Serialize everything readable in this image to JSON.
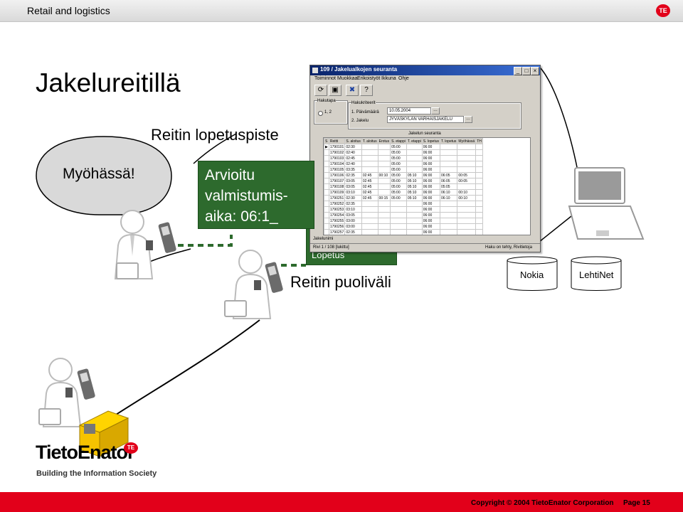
{
  "header": {
    "title": "Retail and logistics",
    "badge": "TE"
  },
  "slide": {
    "title": "Jakelureitillä",
    "bubble_text": "Myöhässä!",
    "end_point_label": "Reitin lopetuspiste",
    "estimate_lines": [
      "Arvioitu",
      "valmistumis-",
      "aika: 06:1_"
    ],
    "end_box_text": "Lopetus",
    "midpoint_label": "Reitin puoliväli",
    "laptop_labels": [
      "Nokia",
      "LehtiNet"
    ]
  },
  "app_window": {
    "title": "109 / Jakelualkojen seuranta",
    "controls": [
      "_",
      "□",
      "×"
    ],
    "menu": [
      "Toiminnot",
      "Muokkaa",
      "Erikoistyöt",
      "Ikkuna",
      "Ohje"
    ],
    "toolbar_icons": [
      "refresh-icon",
      "save-icon",
      "close-icon",
      "help-icon"
    ],
    "search_mode_label": "Hakutapa",
    "search_mode_value": "1, 2",
    "criteria_label": "Hakukriteerit",
    "criteria_1_label": "1. Päivämäärä",
    "criteria_1_value": "10.05.2004",
    "criteria_2_label": "2. Jakelu",
    "criteria_2_value": "JYVÄSKYLÄN VARHAISJAKELU",
    "grid_caption": "Jakelun seuranta",
    "columns": [
      "S",
      "Reitti",
      "S. aloitus",
      "T. aloitus",
      "Erotus",
      "S. etappi",
      "T. etappi",
      "S. lopetus",
      "T. lopetus",
      "Myöhässä",
      "TH"
    ],
    "rows": [
      [
        "▶",
        "1790101",
        "02:30",
        "",
        "",
        "05:00",
        "",
        "06:00",
        "",
        "",
        ""
      ],
      [
        "",
        "1790102",
        "02:40",
        "",
        "",
        "05:00",
        "",
        "06:00",
        "",
        "",
        ""
      ],
      [
        "",
        "1790103",
        "02:45",
        "",
        "",
        "05:00",
        "",
        "06:00",
        "",
        "",
        ""
      ],
      [
        "",
        "1790104",
        "02:40",
        "",
        "",
        "05:00",
        "",
        "06:00",
        "",
        "",
        ""
      ],
      [
        "",
        "1790105",
        "03:35",
        "",
        "",
        "05:00",
        "",
        "06:00",
        "",
        "",
        ""
      ],
      [
        "",
        "1790106",
        "02:35",
        "02:45",
        "00:10",
        "05:00",
        "05:10",
        "06:00",
        "06:05",
        "00:05",
        ""
      ],
      [
        "",
        "1790107",
        "03:05",
        "02:45",
        "",
        "05:00",
        "05:10",
        "06:00",
        "06:05",
        "00:05",
        ""
      ],
      [
        "",
        "1790108",
        "03:05",
        "02:45",
        "",
        "05:00",
        "05:10",
        "06:00",
        "05:05",
        "",
        ""
      ],
      [
        "",
        "1790109",
        "03:10",
        "02:45",
        "",
        "05:00",
        "05:10",
        "06:00",
        "06:10",
        "00:10",
        ""
      ],
      [
        "",
        "1790251",
        "02:30",
        "02:45",
        "00:15",
        "05:00",
        "05:10",
        "06:00",
        "06:10",
        "00:10",
        ""
      ],
      [
        "",
        "1790252",
        "02:35",
        "",
        "",
        "",
        "",
        "06:00",
        "",
        "",
        ""
      ],
      [
        "",
        "1790253",
        "03:10",
        "",
        "",
        "",
        "",
        "06:00",
        "",
        "",
        ""
      ],
      [
        "",
        "1790254",
        "03:05",
        "",
        "",
        "",
        "",
        "06:00",
        "",
        "",
        ""
      ],
      [
        "",
        "1790255",
        "03:00",
        "",
        "",
        "",
        "",
        "06:00",
        "",
        "",
        ""
      ],
      [
        "",
        "1790256",
        "03:00",
        "",
        "",
        "",
        "",
        "06:00",
        "",
        "",
        ""
      ],
      [
        "",
        "1790257",
        "02:35",
        "",
        "",
        "",
        "",
        "06:00",
        "",
        "",
        ""
      ]
    ],
    "footer_label": "Jakelunimi",
    "status_left": "Rivi 1 / 108 [lukittu]",
    "status_right": "Haku on tehty, Rivitietoja"
  },
  "logo": {
    "name": "TietoEnator",
    "badge": "TE",
    "tagline": "Building the Information Society"
  },
  "footer": {
    "copyright": "Copyright © 2004 TietoEnator Corporation",
    "page": "Page 15"
  },
  "colors": {
    "brand_red": "#e2001a",
    "box_green": "#2d6a2d",
    "titlebar_blue": "#0a246a"
  }
}
